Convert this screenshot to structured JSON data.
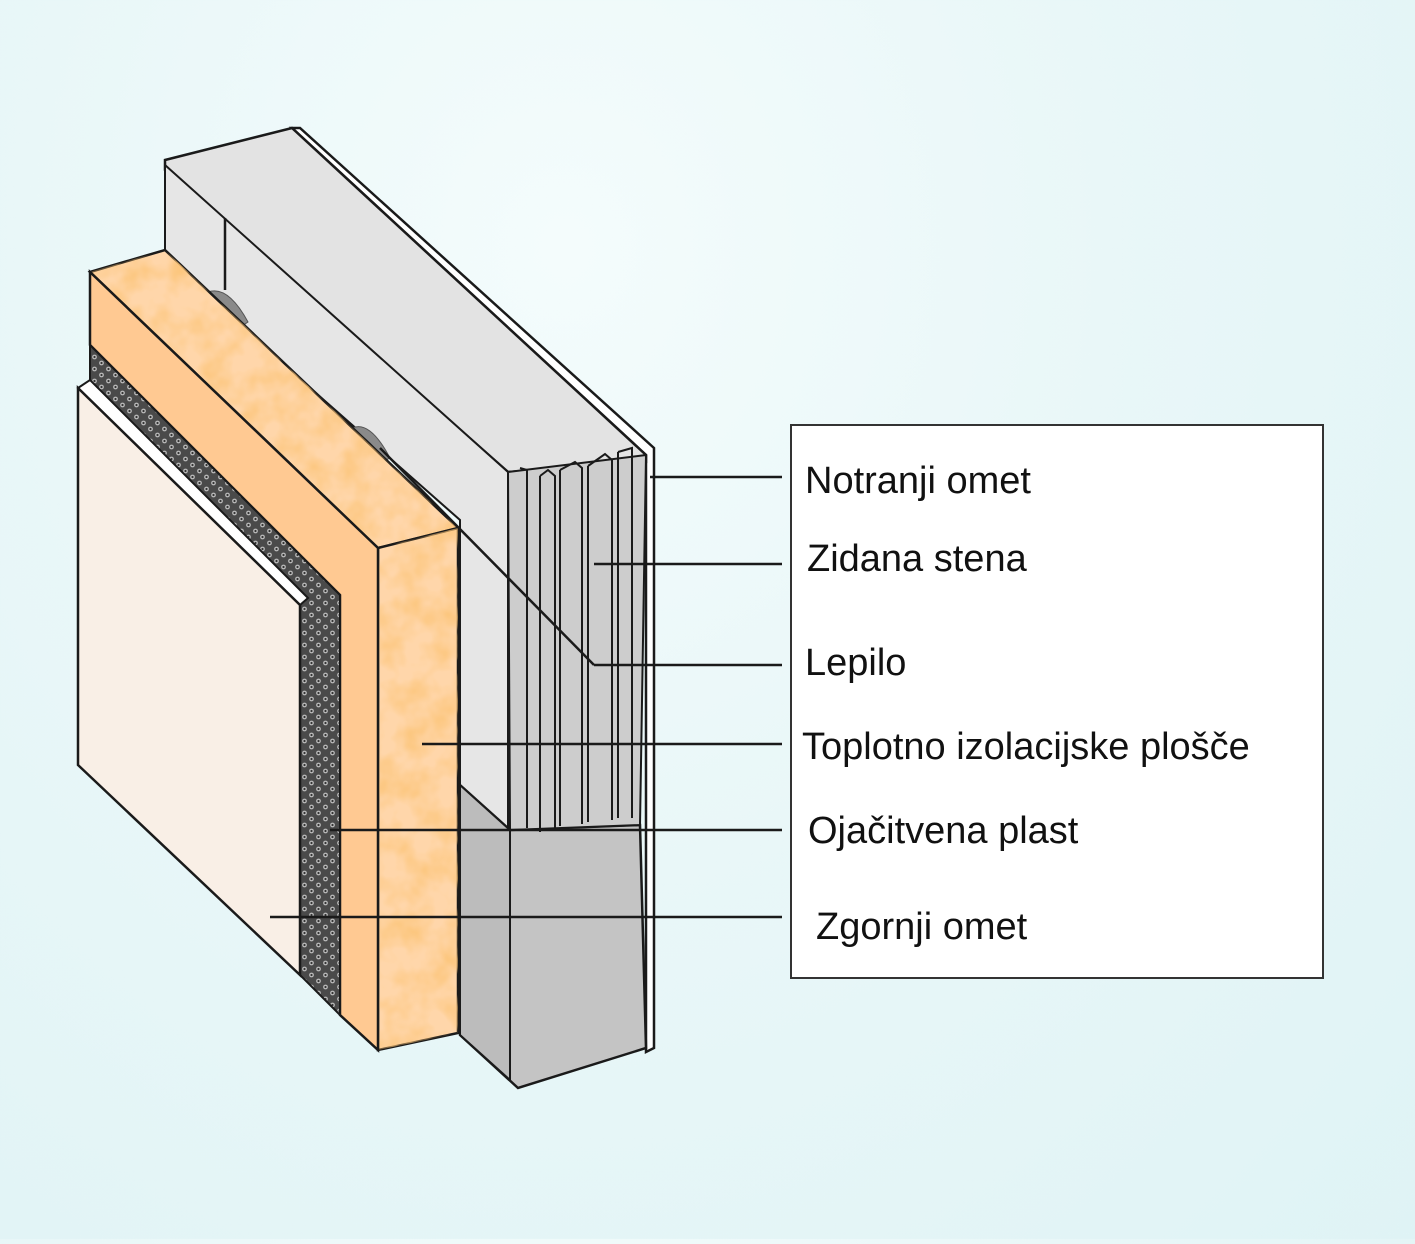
{
  "legend": {
    "items": [
      {
        "label": "Notranji omet"
      },
      {
        "label": "Zidana stena"
      },
      {
        "label": "Lepilo"
      },
      {
        "label": "Toplotno izolacijske plošče"
      },
      {
        "label": "Ojačitvena plast"
      },
      {
        "label": "Zgornji omet"
      }
    ]
  },
  "colors": {
    "interior_plaster": "#ffffff",
    "masonry_top": "#e3e3e3",
    "masonry_side": "#c9c9c9",
    "adhesive": "#8a8a8a",
    "insulation_light": "#ffd0a0",
    "insulation_dark": "#f6a050",
    "mesh": "#555555",
    "top_plaster": "#f9efe6",
    "outline": "#1a1a1a",
    "legend_border": "#333333"
  }
}
